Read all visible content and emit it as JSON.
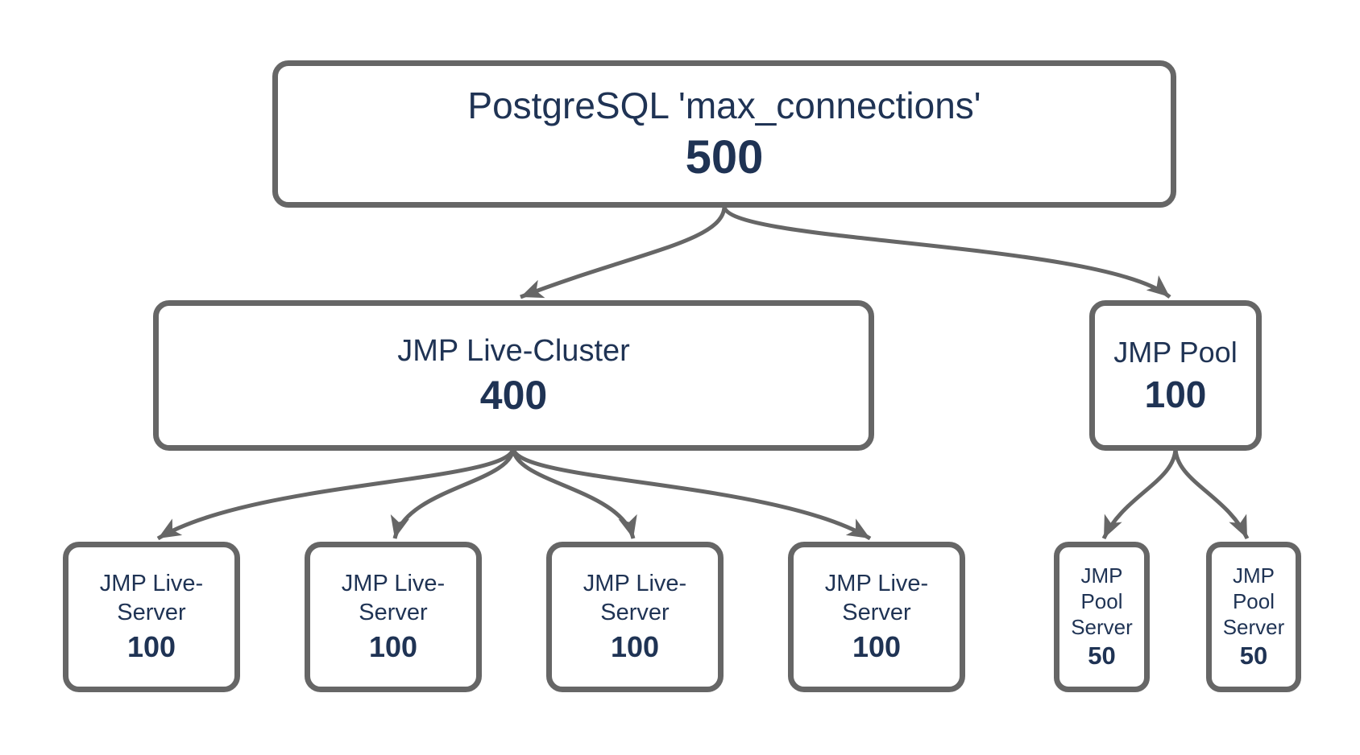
{
  "diagram": {
    "colors": {
      "border": "#666666",
      "text": "#1f3354",
      "line": "#666666",
      "background": "#ffffff"
    },
    "nodes": [
      {
        "id": "postgres",
        "label": "PostgreSQL 'max_connections'",
        "lines": [
          "PostgreSQL 'max_connections'"
        ],
        "value": "500"
      },
      {
        "id": "jmp-live-cluster",
        "label": "JMP Live-Cluster",
        "lines": [
          "JMP Live-Cluster"
        ],
        "value": "400"
      },
      {
        "id": "jmp-pool",
        "label": "JMP Pool",
        "lines": [
          "JMP Pool"
        ],
        "value": "100"
      },
      {
        "id": "jmp-live-server-1",
        "label": "JMP Live-Server",
        "lines": [
          "JMP Live-",
          "Server"
        ],
        "value": "100"
      },
      {
        "id": "jmp-live-server-2",
        "label": "JMP Live-Server",
        "lines": [
          "JMP Live-",
          "Server"
        ],
        "value": "100"
      },
      {
        "id": "jmp-live-server-3",
        "label": "JMP Live-Server",
        "lines": [
          "JMP Live-",
          "Server"
        ],
        "value": "100"
      },
      {
        "id": "jmp-live-server-4",
        "label": "JMP Live-Server",
        "lines": [
          "JMP Live-",
          "Server"
        ],
        "value": "100"
      },
      {
        "id": "jmp-pool-server-1",
        "label": "JMP Pool Server",
        "lines": [
          "JMP",
          "Pool",
          "Server"
        ],
        "value": "50"
      },
      {
        "id": "jmp-pool-server-2",
        "label": "JMP Pool Server",
        "lines": [
          "JMP",
          "Pool",
          "Server"
        ],
        "value": "50"
      }
    ],
    "edges": [
      {
        "from": "postgres",
        "to": "jmp-live-cluster"
      },
      {
        "from": "postgres",
        "to": "jmp-pool"
      },
      {
        "from": "jmp-live-cluster",
        "to": "jmp-live-server-1"
      },
      {
        "from": "jmp-live-cluster",
        "to": "jmp-live-server-2"
      },
      {
        "from": "jmp-live-cluster",
        "to": "jmp-live-server-3"
      },
      {
        "from": "jmp-live-cluster",
        "to": "jmp-live-server-4"
      },
      {
        "from": "jmp-pool",
        "to": "jmp-pool-server-1"
      },
      {
        "from": "jmp-pool",
        "to": "jmp-pool-server-2"
      }
    ]
  }
}
